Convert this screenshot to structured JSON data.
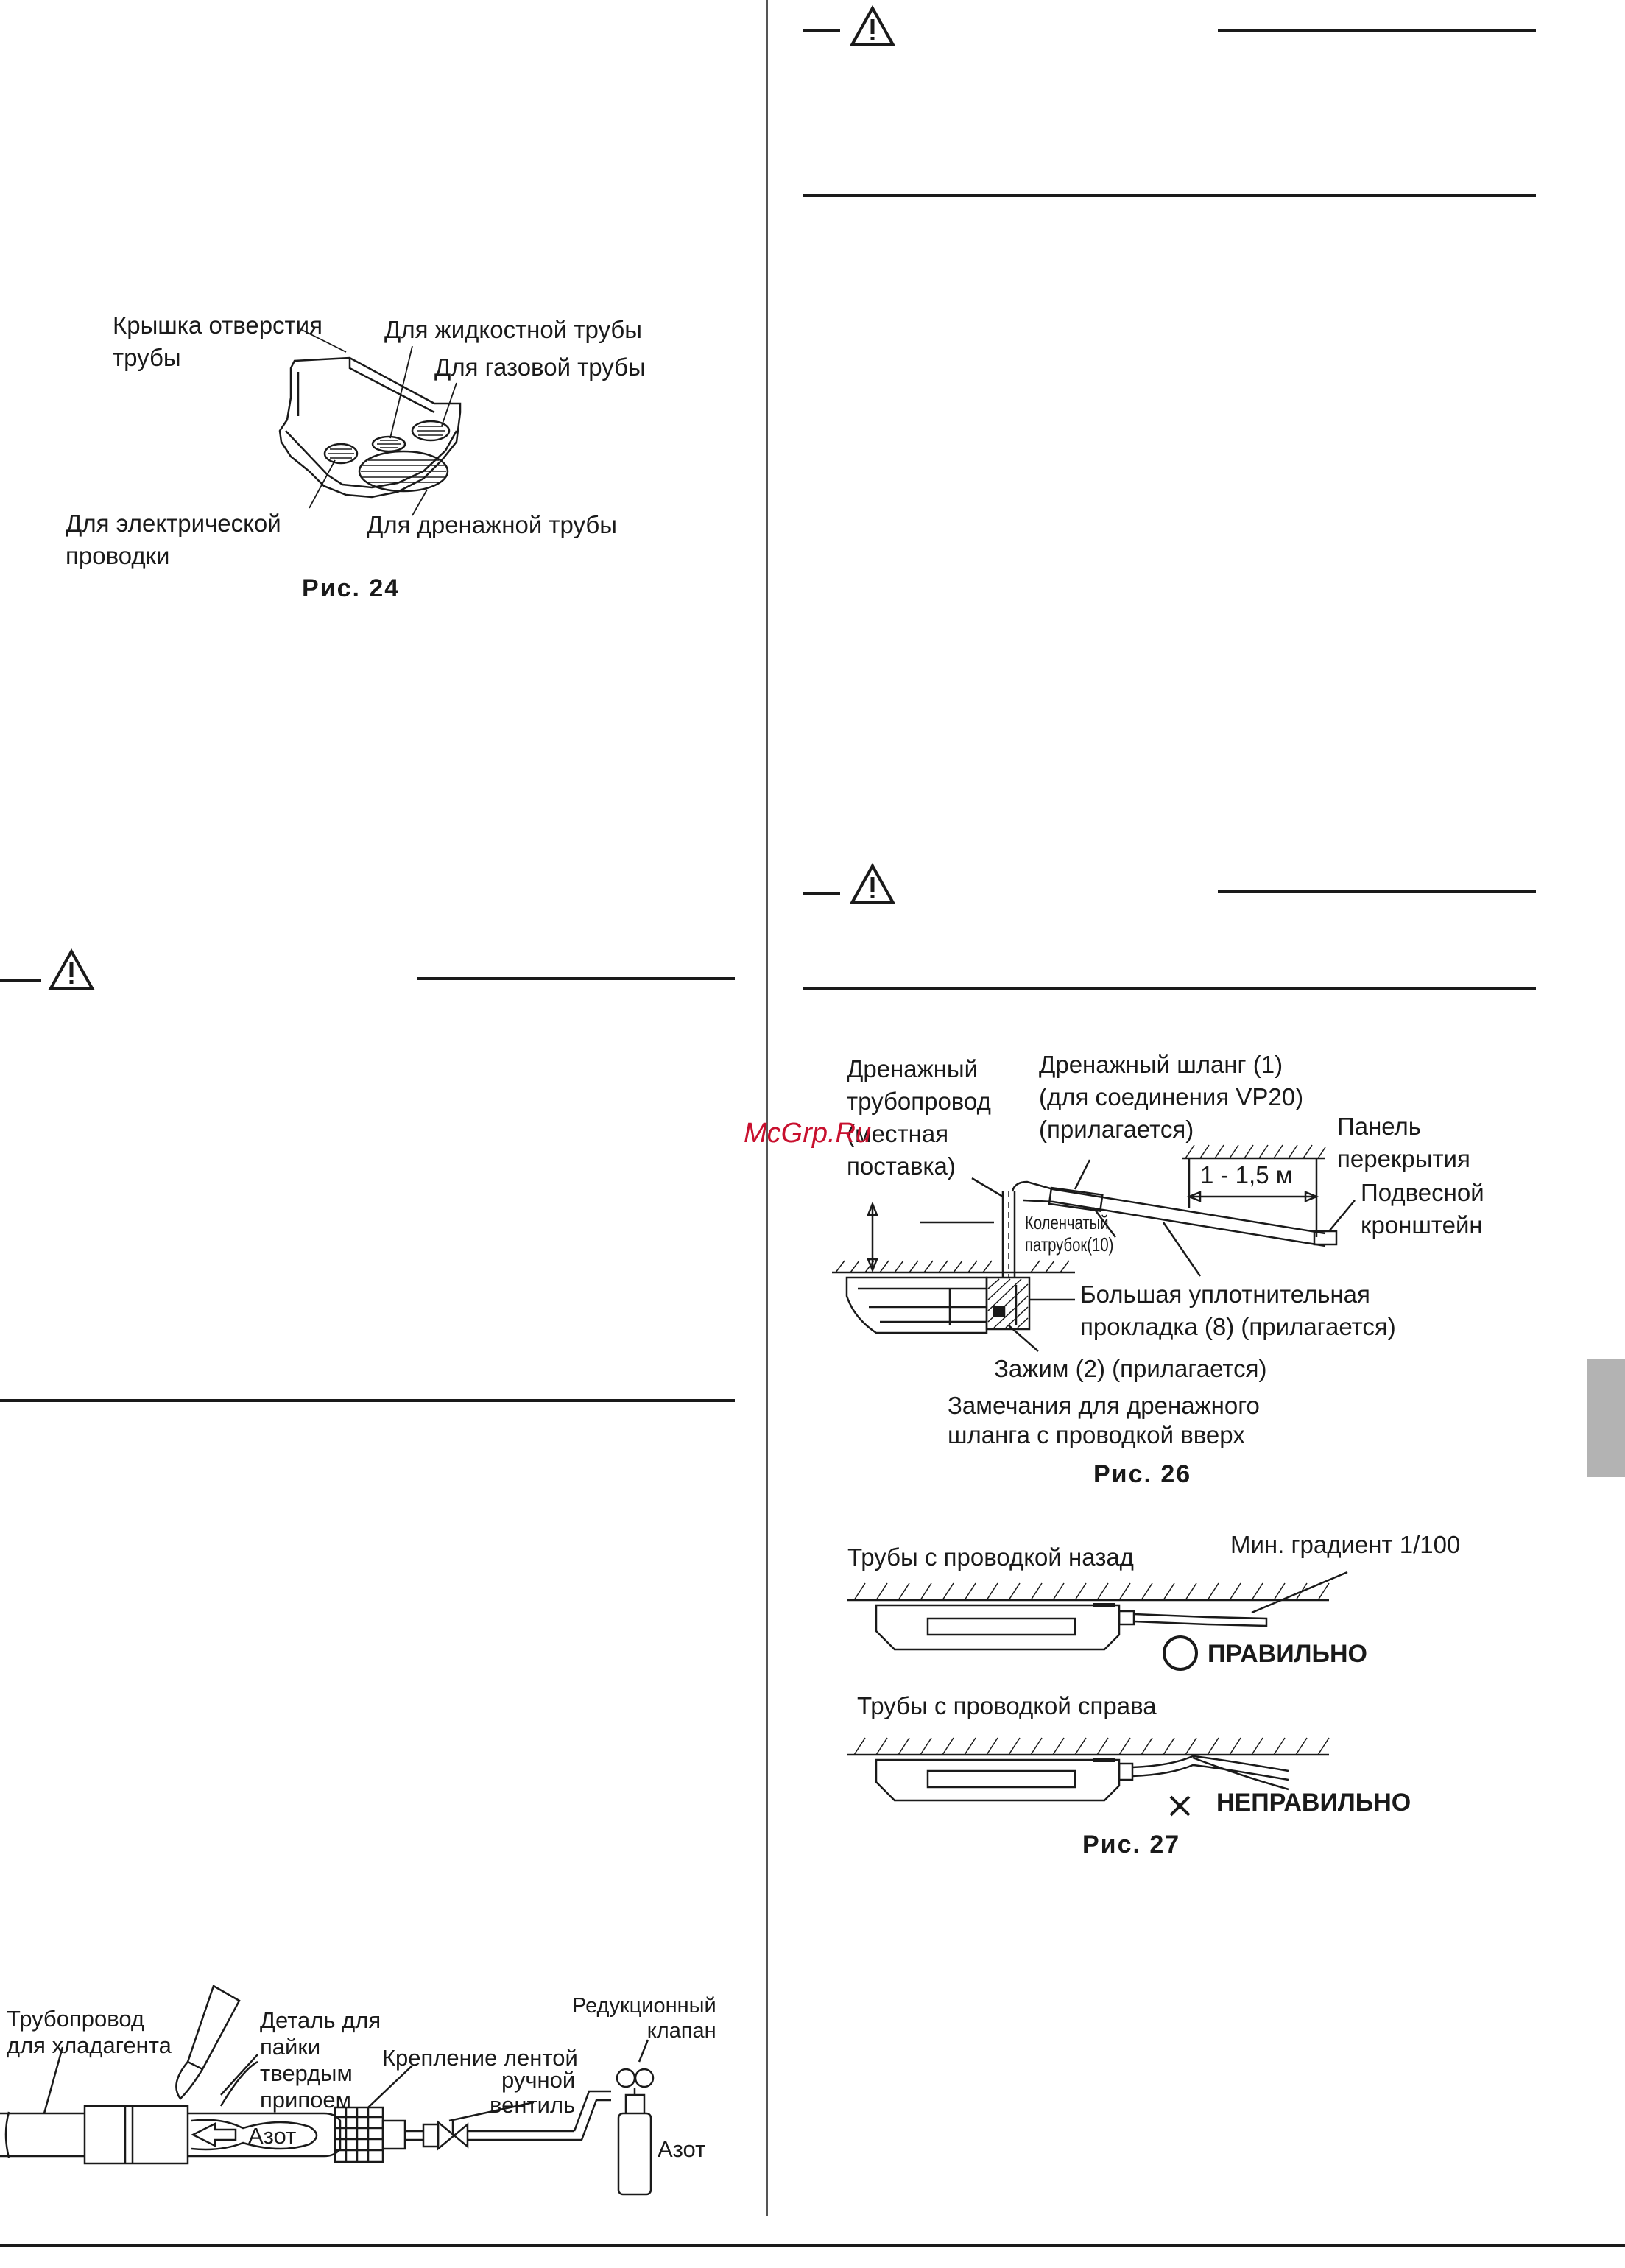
{
  "fig24": {
    "label_cover": "Крышка отверстия\nтрубы",
    "label_liquid": "Для жидкостной трубы",
    "label_gas": "Для газовой трубы",
    "label_electric": "Для электрической\nпроводки",
    "label_drain": "Для дренажной трубы",
    "caption": "Рис. 24"
  },
  "brazing": {
    "label_refrigerant_pipe": "Трубопровод\nдля хладагента",
    "label_brazing_part": "Деталь для\nпайки\nтвердым\nприпоем",
    "label_taping": "Крепление лентой",
    "label_hand_valve": "ручной\nвентиль",
    "label_reducing_valve": "Редукционный\nклапан",
    "label_nitrogen_arrow": "Азот",
    "label_nitrogen_tank": "Азот"
  },
  "fig26": {
    "label_drain_piping": "Дренажный\nтрубопровод\n(местная\nпоставка)",
    "label_drain_hose": "Дренажный шланг (1)\n(для соединения VP20)\n(прилагается)",
    "label_ceiling": "Панель\nперекрытия",
    "label_dimension": "1 - 1,5 м",
    "label_hanger": "Подвесной\nкронштейн",
    "label_elbow": "Коленчатый\nпатрубок(10)",
    "label_seal": "Большая уплотнительная\nпрокладка (8) (прилагается)",
    "label_clamp": "Зажим (2) (прилагается)",
    "label_notes": "Замечания для дренажного\nшланга с проводкой вверх",
    "caption": "Рис. 26"
  },
  "fig27": {
    "label_back": "Трубы с проводкой назад",
    "label_gradient": "Мин. градиент 1/100",
    "label_right": "Трубы с проводкой справа",
    "label_correct": "ПРАВИЛЬНО",
    "label_wrong": "НЕПРАВИЛЬНО",
    "caption": "Рис. 27"
  },
  "watermark": "McGrp.Ru",
  "colors": {
    "ink": "#1a1a1a",
    "tab": "#b3b3b3",
    "watermark": "#c8102e"
  }
}
